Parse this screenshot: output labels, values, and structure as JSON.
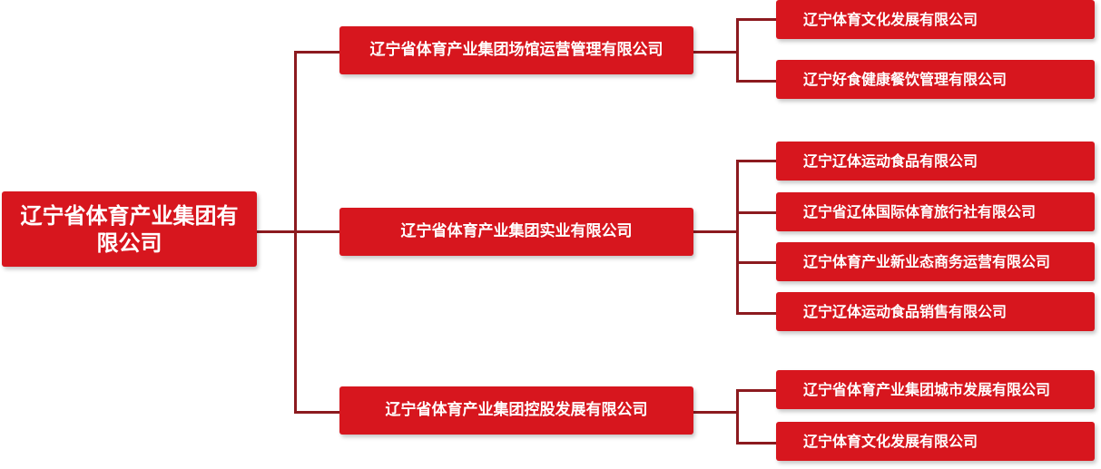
{
  "colors": {
    "box_fill": "#d7161e",
    "box_text": "#ffffff",
    "connector": "#8c1a1f",
    "background": "#ffffff"
  },
  "root": {
    "label": "辽宁省体育产业集团有限公司"
  },
  "subsidiaries": [
    {
      "label": "辽宁省体育产业集团场馆运营管理有限公司",
      "children": [
        "辽宁体育文化发展有限公司",
        "辽宁好食健康餐饮管理有限公司"
      ]
    },
    {
      "label": "辽宁省体育产业集团实业有限公司",
      "children": [
        "辽宁辽体运动食品有限公司",
        "辽宁省辽体国际体育旅行社有限公司",
        "辽宁体育产业新业态商务运营有限公司",
        "辽宁辽体运动食品销售有限公司"
      ]
    },
    {
      "label": "辽宁省体育产业集团控股发展有限公司",
      "children": [
        "辽宁省体育产业集团城市发展有限公司",
        "辽宁体育文化发展有限公司"
      ]
    }
  ]
}
